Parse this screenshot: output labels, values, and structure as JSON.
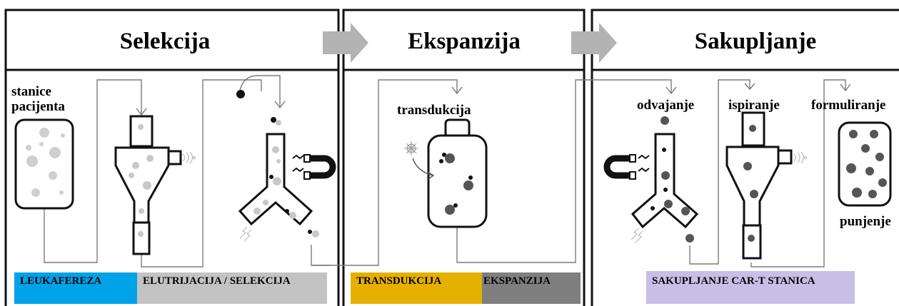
{
  "sections": [
    {
      "id": "selekcija",
      "title": "Selekcija"
    },
    {
      "id": "ekspanzija",
      "title": "Ekspanzija"
    },
    {
      "id": "sakupljanje",
      "title": "Sakupljanje"
    }
  ],
  "labels": {
    "patient_cells": "stanice pacijenta",
    "transduction": "transdukcija",
    "separation": "odvajanje",
    "washing": "ispiranje",
    "formulation": "formuliranje",
    "filling": "punjenje"
  },
  "phases": {
    "leukapheresis": "LEUKAFEREZA",
    "elutriation": "ELUTRIJACIJA / SELEKCIJA",
    "transduction": "TRANSDUKCIJA",
    "expansion": "EKSPANZIJA",
    "collection": "SAKUPLJANJE CAR-T STANICA"
  },
  "colors": {
    "leukapheresis": "#00a2e8",
    "elutriation": "#c3c3c3",
    "transduction": "#e6b000",
    "expansion": "#7f7f7f",
    "collection": "#c8bfe7",
    "arrow": "#b3b3b3"
  }
}
